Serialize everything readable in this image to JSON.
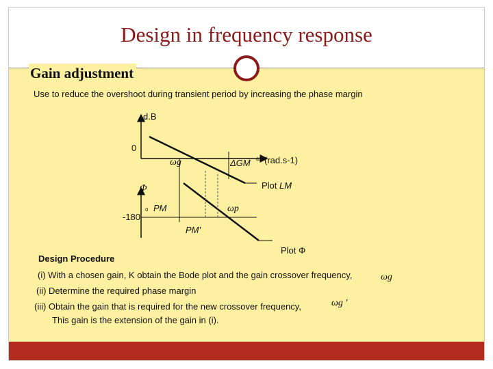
{
  "slide": {
    "title": "Design in frequency response",
    "subtitle": "Gain adjustment",
    "description": "Use to reduce the overshoot during transient period by increasing the phase margin"
  },
  "diagram": {
    "db_axis_label": "d.B",
    "zero_label": "0",
    "phi_axis_label": "Φ",
    "minus180_label": "-180",
    "degree_symbol": "o",
    "omega_g_label": "ωg",
    "delta_gm_label": "ΔGM",
    "omega_symbol": "ω",
    "freq_unit_label": "(rad.s-1)",
    "plot_lm_prefix": "Plot ",
    "plot_lm_italic": "LM",
    "pm_label": "PM",
    "omega_p_label": "ωp",
    "pm_prime_label": "PM'",
    "plot_phi_label": "Plot Φ"
  },
  "procedure": {
    "heading": "Design Procedure",
    "step1": "(i) With a chosen gain, K obtain the Bode plot and the gain crossover frequency,",
    "step1_symbol": "ωg",
    "step2": "(ii) Determine the required phase margin",
    "step3": "(iii) Obtain the gain that is required for the new crossover frequency,",
    "step3_symbol": "ωg '",
    "step3_cont": "This gain is the extension of the gain in (i)."
  },
  "colors": {
    "title": "#8b1a1a",
    "background_panel": "#fdf0a0",
    "footer_bar": "#b32b1e"
  }
}
